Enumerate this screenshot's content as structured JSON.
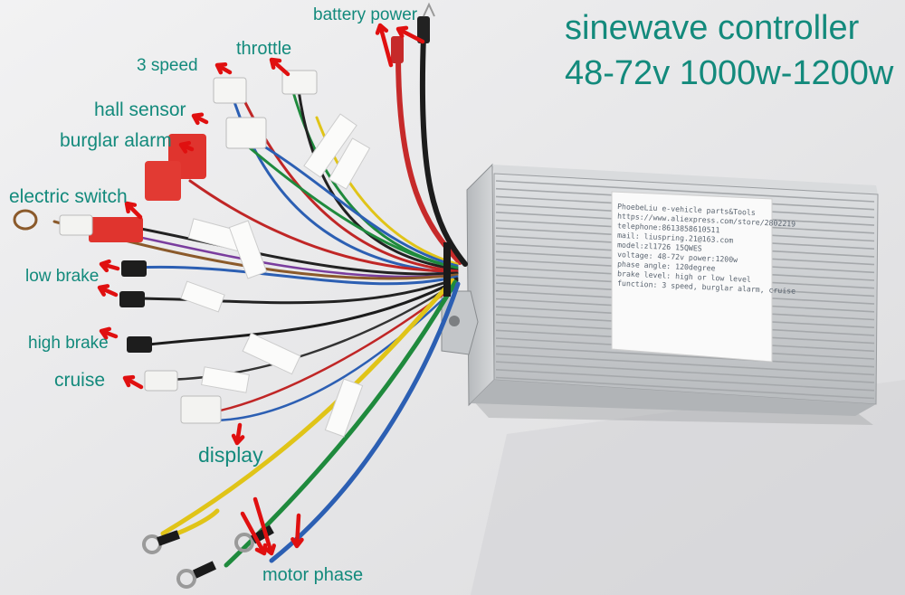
{
  "title": {
    "line1": "sinewave controller",
    "line2": "48-72v  1000w-1200w"
  },
  "labels": {
    "battery_power": "battery power",
    "throttle": "throttle",
    "three_speed": "3 speed",
    "hall_sensor": "hall sensor",
    "burglar_alarm": "burglar alarm",
    "electric_switch": "electric switch",
    "low_brake": "low brake",
    "high_brake": "high brake",
    "cruise": "cruise",
    "display": "display",
    "motor_phase": "motor phase"
  },
  "sticker": {
    "lines": [
      "PhoebeLiu e-vehicle parts&Tools",
      "https://www.aliexpress.com/store/2802219",
      "telephone:8613858610511",
      "mail: liuspring.21@163.com",
      "model:zl1726 15QWES",
      "voltage: 48-72v     power:1200w",
      "phase angle: 120degree",
      "brake level: high or low level",
      "function: 3 speed, burglar alarm, cruise"
    ]
  },
  "colors": {
    "label_text": "#138a7c",
    "arrow": "#e01010",
    "housing": "#c9cccf",
    "background": "#e9e9ea"
  }
}
